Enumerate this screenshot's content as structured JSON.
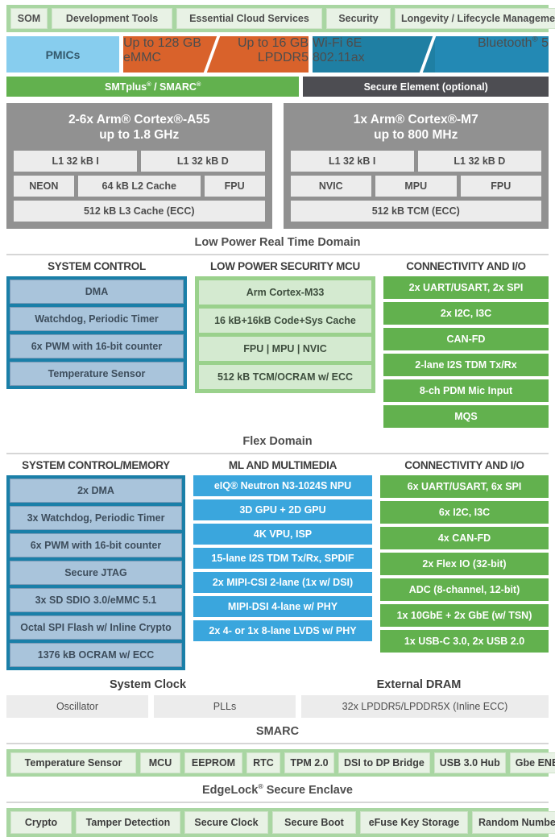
{
  "som_band": {
    "name": "SOM feature band",
    "chips": [
      {
        "label": "SOM"
      },
      {
        "label": "Development Tools"
      },
      {
        "label": "Essential Cloud Services"
      },
      {
        "label": "Security"
      },
      {
        "label": "Longevity / Lifecycle Management"
      }
    ],
    "bg_color": "#a9d6a2",
    "chip_color": "#e8f2e5"
  },
  "memory_wireless_band": {
    "pmics": {
      "label": "PMICs",
      "color": "#87cdee"
    },
    "memory": {
      "left_line1": "Up to 128 GB",
      "left_line2": "eMMC",
      "right_line1": "Up to 16 GB",
      "right_line2": "LPDDR5",
      "color": "#d9622b"
    },
    "wireless": {
      "left_line1": "Wi-Fi 6E",
      "left_line2": "802.11ax",
      "right_label": "Bluetooth",
      "right_sup": "®",
      "right_suffix": " 5",
      "left_color": "#1f7fa3",
      "right_color": "#2389b4"
    }
  },
  "carrier_band": {
    "smtplus": {
      "label_a": "SMTplus",
      "sup": "®",
      "label_b": " / SMARC",
      "sup2": "®",
      "color": "#62b14e"
    },
    "secure_element": {
      "label": "Secure Element (optional)",
      "color": "#4d4d52"
    }
  },
  "cores": [
    {
      "title_line1": "2-6x Arm® Cortex®-A55",
      "title_line2": "up to 1.8 GHz",
      "rows": [
        [
          {
            "label": "L1 32 kB I",
            "flex": 1
          },
          {
            "label": "L1 32 kB D",
            "flex": 1
          }
        ],
        [
          {
            "label": "NEON",
            "flex": 0.62
          },
          {
            "label": "64 kB L2 Cache",
            "flex": 1.3
          },
          {
            "label": "FPU",
            "flex": 0.62
          }
        ],
        [
          {
            "label": "512 kB L3 Cache (ECC)",
            "flex": 1
          }
        ]
      ]
    },
    {
      "title_line1": "1x Arm® Cortex®-M7",
      "title_line2": "up to 800 MHz",
      "rows": [
        [
          {
            "label": "L1 32 kB I",
            "flex": 1
          },
          {
            "label": "L1 32 kB D",
            "flex": 1
          }
        ],
        [
          {
            "label": "NVIC",
            "flex": 1
          },
          {
            "label": "MPU",
            "flex": 1
          },
          {
            "label": "FPU",
            "flex": 1
          }
        ],
        [
          {
            "label": "512 kB TCM (ECC)",
            "flex": 1
          }
        ]
      ]
    }
  ],
  "domains": [
    {
      "label": "Low Power Real Time Domain",
      "columns": [
        {
          "heading": "SYSTEM CONTROL",
          "style": "blue-frame",
          "items": [
            {
              "label": "DMA"
            },
            {
              "label": "Watchdog, Periodic Timer"
            },
            {
              "label": "6x PWM with 16-bit counter"
            },
            {
              "label": "Temperature Sensor"
            }
          ]
        },
        {
          "heading": "LOW POWER SECURITY MCU",
          "style": "lgreen-frame",
          "items": [
            {
              "label": "Arm Cortex-M33"
            },
            {
              "label": "16 kB+16kB Code+Sys Cache"
            },
            {
              "label": "FPU | MPU | NVIC"
            },
            {
              "label": "512 kB TCM/OCRAM w/ ECC"
            }
          ]
        },
        {
          "heading": "CONNECTIVITY AND I/O",
          "style": "green",
          "items": [
            {
              "label": "2x UART/USART, 2x SPI"
            },
            {
              "label": "2x I2C, I3C"
            },
            {
              "label": "CAN-FD"
            },
            {
              "label": "2-lane I2S TDM Tx/Rx"
            },
            {
              "label": "8-ch PDM Mic Input"
            },
            {
              "label": "MQS"
            }
          ]
        }
      ]
    },
    {
      "label": "Flex Domain",
      "columns": [
        {
          "heading": "SYSTEM CONTROL/MEMORY",
          "style": "blue-frame",
          "items": [
            {
              "label": "2x DMA"
            },
            {
              "label": "3x Watchdog, Periodic Timer"
            },
            {
              "label": "6x PWM with 16-bit counter"
            },
            {
              "label": "Secure JTAG"
            },
            {
              "label": "3x SD SDIO 3.0/eMMC 5.1"
            },
            {
              "label": "Octal SPI Flash w/ Inline Crypto"
            },
            {
              "label": "1376 kB OCRAM w/ ECC"
            }
          ]
        },
        {
          "heading": "ML AND MULTIMEDIA",
          "style": "cyan",
          "items": [
            {
              "label": "eIQ® Neutron N3-1024S NPU"
            },
            {
              "label": "3D GPU + 2D GPU"
            },
            {
              "label": "4K VPU, ISP"
            },
            {
              "label": "15-lane I2S TDM Tx/Rx, SPDIF"
            },
            {
              "label": "2x MIPI-CSI 2-lane (1x w/ DSI)"
            },
            {
              "label": "MIPI-DSI 4-lane w/ PHY"
            },
            {
              "label": "2x 4- or 1x 8-lane LVDS w/ PHY"
            }
          ]
        },
        {
          "heading": "CONNECTIVITY AND I/O",
          "style": "green",
          "items": [
            {
              "label": "6x UART/USART, 6x SPI"
            },
            {
              "label": "6x I2C, I3C"
            },
            {
              "label": "4x CAN-FD"
            },
            {
              "label": "2x Flex IO (32-bit)"
            },
            {
              "label": "ADC (8-channel, 12-bit)"
            },
            {
              "label": "1x 10GbE + 2x GbE (w/ TSN)"
            },
            {
              "label": "1x USB-C 3.0, 2x USB 2.0"
            }
          ]
        }
      ]
    }
  ],
  "clock_dram": {
    "headings": [
      {
        "label": "System Clock"
      },
      {
        "label": "External DRAM"
      }
    ],
    "items": [
      {
        "label": "Oscillator"
      },
      {
        "label": "PLLs"
      },
      {
        "label": "32x LPDDR5/LPDDR5X (Inline ECC)"
      }
    ]
  },
  "smarc": {
    "label": "SMARC",
    "chips": [
      {
        "label": "Temperature Sensor"
      },
      {
        "label": "MCU"
      },
      {
        "label": "EEPROM"
      },
      {
        "label": "RTC"
      },
      {
        "label": "TPM 2.0"
      },
      {
        "label": "DSI to DP Bridge"
      },
      {
        "label": "USB 3.0 Hub"
      },
      {
        "label": "Gbe ENET PHY"
      }
    ]
  },
  "edgelock": {
    "label_a": "EdgeLock",
    "sup": "®",
    "label_b": " Secure Enclave",
    "chips": [
      {
        "label": "Crypto"
      },
      {
        "label": "Tamper Detection"
      },
      {
        "label": "Secure Clock"
      },
      {
        "label": "Secure Boot"
      },
      {
        "label": "eFuse Key Storage"
      },
      {
        "label": "Random Number"
      }
    ]
  }
}
